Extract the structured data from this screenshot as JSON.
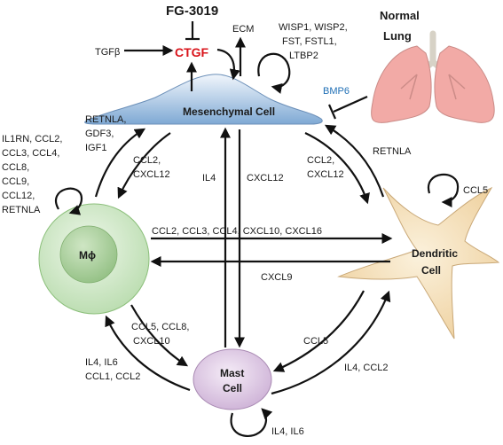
{
  "drug": "FG-3019",
  "ctgf": "CTGF",
  "tgfb": "TGFβ",
  "ecm": "ECM",
  "wisp": [
    "WISP1, WISP2,",
    "FST, FSTL1,",
    "LTBP2"
  ],
  "bmp6": "BMP6",
  "lung": [
    "Normal",
    "Lung"
  ],
  "mesenchymal_cell": "Mesenchymal Cell",
  "macrophage": "Mϕ",
  "dendritic_cell": [
    "Dendritic",
    "Cell"
  ],
  "mast_cell": [
    "Mast",
    "Cell"
  ],
  "labels": {
    "mes_to_mac": [
      "RETNLA,",
      "GDF3,",
      "IGF1"
    ],
    "mac_to_mes": [
      "CCL2,",
      "CXCL12"
    ],
    "mac_auto": [
      "IL1RN, CCL2,",
      "CCL3, CCL4,",
      "CCL8,",
      "CCL9,",
      "CCL12,",
      "RETNLA"
    ],
    "il4_center": "IL4",
    "cxcl12_center": "CXCL12",
    "mes_to_dc": [
      "CCL2,",
      "CXCL12"
    ],
    "dc_to_mes": "RETNLA",
    "dc_auto": "CCL5",
    "mac_to_dc": "CCL2, CCL3, CCL4, CXCL10, CXCL16",
    "dc_to_mac": "CXCL9",
    "mac_to_mast": [
      "CCL5, CCL8,",
      "CXCL10"
    ],
    "mast_to_mac": [
      "IL4, IL6",
      "CCL1, CCL2"
    ],
    "dc_to_mast": "CCL5",
    "mast_to_dc": "IL4, CCL2",
    "mast_auto": "IL4, IL6"
  },
  "colors": {
    "ctgf": "#d9141b",
    "bmp6": "#1f6fb5",
    "mes_top": "#e8f0fa",
    "mes_bottom": "#7fa9d4",
    "mac_fill": "#cde6c4",
    "mac_nucleus": "#a9cf9b",
    "dc_fill": "#f6e2bd",
    "mast_fill": "#e0cbe6",
    "lung_fill": "#f0a8a4"
  }
}
